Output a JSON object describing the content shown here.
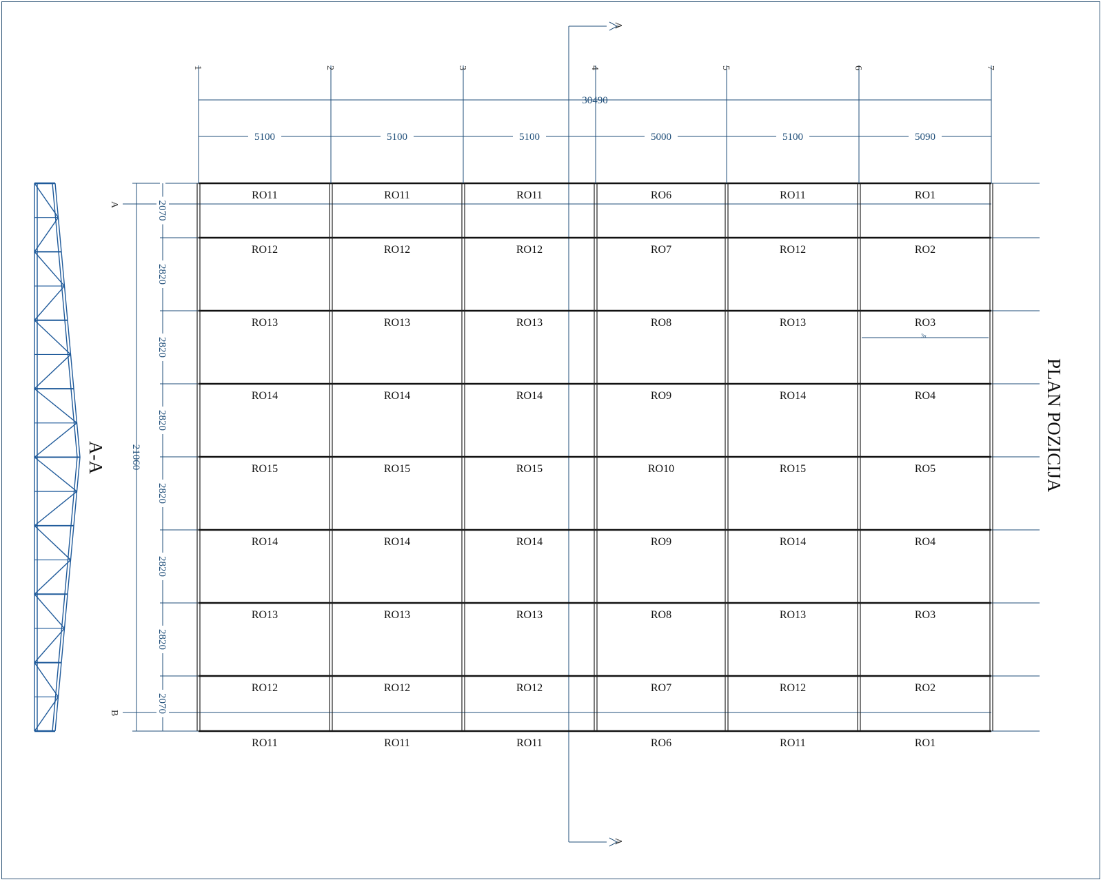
{
  "drawing": {
    "title": "PLAN POZICIJA",
    "section_title": "A-A",
    "section_marks": {
      "top": "A",
      "bottom": "A",
      "left_top": "A",
      "left_bottom": "B"
    }
  },
  "grid": {
    "axes": [
      "1",
      "2",
      "3",
      "4",
      "5",
      "6",
      "7"
    ],
    "total_width": "30490",
    "bay_widths": [
      "5100",
      "5100",
      "5100",
      "5000",
      "5100",
      "5090"
    ],
    "total_height": "21060",
    "row_spacings": [
      "2070",
      "2820",
      "2820",
      "2820",
      "2820",
      "2820",
      "2820",
      "2070"
    ],
    "small_note": "3x",
    "rows": [
      [
        "RO11",
        "RO11",
        "RO11",
        "RO6",
        "RO11",
        "RO1"
      ],
      [
        "RO12",
        "RO12",
        "RO12",
        "RO7",
        "RO12",
        "RO2"
      ],
      [
        "RO13",
        "RO13",
        "RO13",
        "RO8",
        "RO13",
        "RO3"
      ],
      [
        "RO14",
        "RO14",
        "RO14",
        "RO9",
        "RO14",
        "RO4"
      ],
      [
        "RO15",
        "RO15",
        "RO15",
        "RO10",
        "RO15",
        "RO5"
      ],
      [
        "RO14",
        "RO14",
        "RO14",
        "RO9",
        "RO14",
        "RO4"
      ],
      [
        "RO13",
        "RO13",
        "RO13",
        "RO8",
        "RO13",
        "RO3"
      ],
      [
        "RO12",
        "RO12",
        "RO12",
        "RO7",
        "RO12",
        "RO2"
      ],
      [
        "RO11",
        "RO11",
        "RO11",
        "RO6",
        "RO11",
        "RO1"
      ]
    ]
  }
}
